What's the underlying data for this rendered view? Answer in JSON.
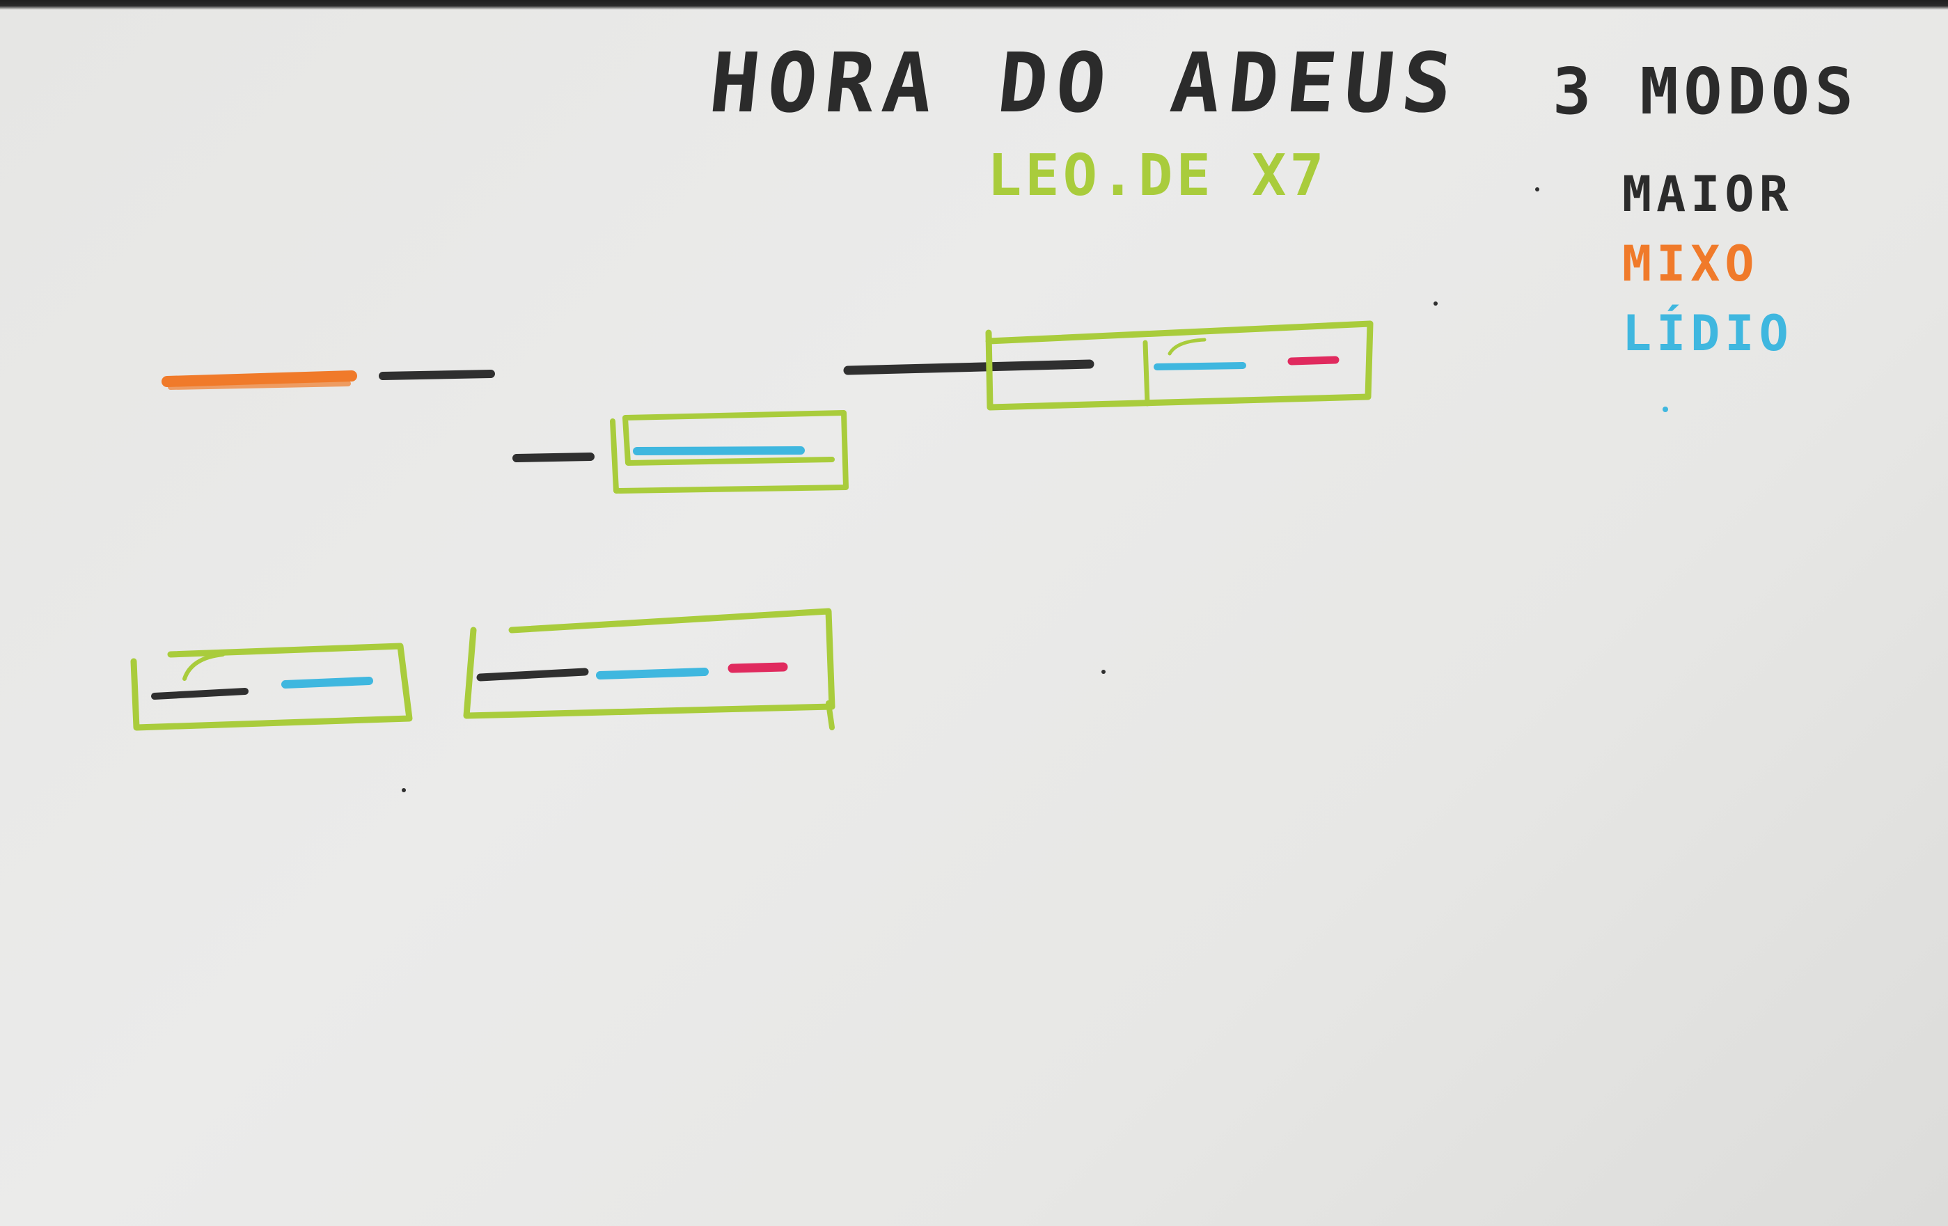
{
  "title": "HORA DO ADEUS",
  "subtitle": "LEO.DE X7",
  "modes": {
    "heading": "3 MODOS",
    "items": [
      {
        "label": "MAIOR",
        "color": "#2b2b2b"
      },
      {
        "label": "MIXO",
        "color": "#f07a2a"
      },
      {
        "label": "LÍDIO",
        "color": "#3fb7df"
      }
    ]
  },
  "colors": {
    "black": "#2f2f2f",
    "orange": "#f07a2a",
    "blue": "#3fb7df",
    "green": "#a9cc3c",
    "pink": "#e02a5e"
  }
}
